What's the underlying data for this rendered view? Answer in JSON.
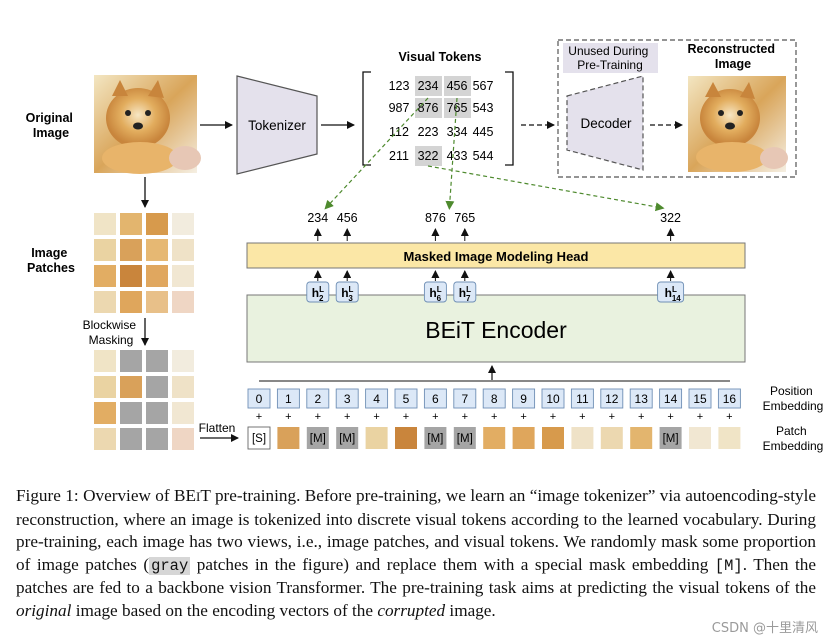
{
  "labels": {
    "original_image": [
      "Original",
      "Image"
    ],
    "image_patches": [
      "Image",
      "Patches"
    ],
    "blockwise_masking": [
      "Blockwise",
      "Masking"
    ],
    "flatten": "Flatten",
    "tokenizer": "Tokenizer",
    "visual_tokens": "Visual Tokens",
    "unused": [
      "Unused During",
      "Pre-Training"
    ],
    "decoder": "Decoder",
    "reconstructed": [
      "Reconstructed",
      "Image"
    ],
    "mim_head": "Masked Image Modeling Head",
    "encoder": "BEiT Encoder",
    "position_embedding": [
      "Position",
      "Embedding"
    ],
    "patch_embedding": [
      "Patch",
      "Embedding"
    ]
  },
  "token_grid": [
    [
      "123",
      "234",
      "456",
      "567"
    ],
    [
      "987",
      "876",
      "765",
      "543"
    ],
    [
      "112",
      "223",
      "334",
      "445"
    ],
    [
      "211",
      "322",
      "433",
      "544"
    ]
  ],
  "highlighted_tokens": [
    [
      0,
      1
    ],
    [
      0,
      2
    ],
    [
      1,
      1
    ],
    [
      1,
      2
    ],
    [
      3,
      1
    ]
  ],
  "predicted_tokens": [
    "234",
    "456",
    "876",
    "765",
    "322"
  ],
  "hidden_states": [
    {
      "base": "h",
      "sup": "L",
      "sub": "2"
    },
    {
      "base": "h",
      "sup": "L",
      "sub": "3"
    },
    {
      "base": "h",
      "sup": "L",
      "sub": "6"
    },
    {
      "base": "h",
      "sup": "L",
      "sub": "7"
    },
    {
      "base": "h",
      "sup": "L",
      "sub": "14"
    }
  ],
  "positions": [
    "0",
    "1",
    "2",
    "3",
    "4",
    "5",
    "6",
    "7",
    "8",
    "9",
    "10",
    "11",
    "12",
    "13",
    "14",
    "15",
    "16"
  ],
  "plus_sign": "+",
  "patch_tokens": [
    "[S]",
    "",
    "[M]",
    "[M]",
    "",
    "",
    "[M]",
    "[M]",
    "",
    "",
    "",
    "",
    "",
    "",
    "[M]",
    "",
    ""
  ],
  "masked_grid_cells": [
    1,
    2,
    6,
    9,
    10,
    13,
    14
  ],
  "colors": {
    "position_box": "#dce8f7",
    "mim_head": "#fbe7a6",
    "encoder": "#e9f2df",
    "tokenizer": "#e4e1ec",
    "token_highlight": "#d4d4d4",
    "mask_gray": "#a5a5a5"
  },
  "caption": {
    "p1": "Figure 1: Overview of BE",
    "sc_i": "I",
    "p2": "T pre-training. Before pre-training, we learn an “image tokenizer” via autoencoding-style reconstruction, where an image is tokenized into discrete visual tokens according to the learned vocabulary. During pre-training, each image has two views, i.e., image patches, and visual tokens. We randomly mask some proportion of image patches (",
    "gray": "gray",
    "p3": " patches in the figure) and replace them with a special mask embedding ",
    "mask": "[M]",
    "p4": ". Then the patches are fed to a backbone vision Transformer. The pre-training task aims at predicting the visual tokens of the ",
    "original": "original",
    "p5": " image based on the encoding vectors of the ",
    "corrupted": "corrupted",
    "p6": " image."
  },
  "watermark": "CSDN @十里清风"
}
